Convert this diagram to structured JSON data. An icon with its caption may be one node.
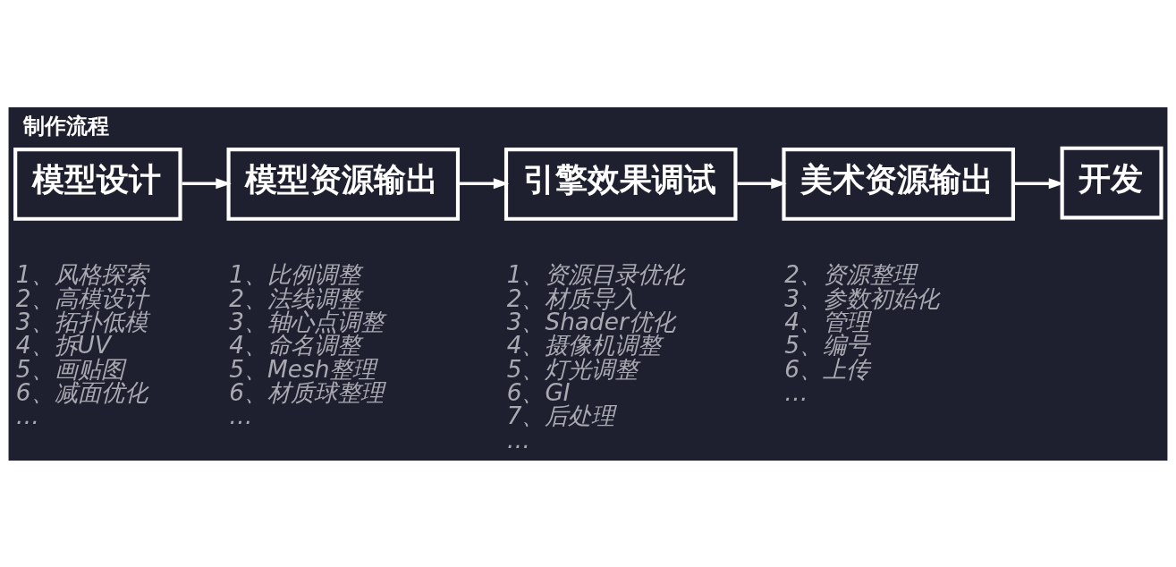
{
  "diagram": {
    "title": "制作流程",
    "nodes": [
      {
        "text": [
          "模型设计"
        ],
        "beside": [
          "1、风格探索",
          "2、高模设计",
          "3、拓扑低模",
          "4、拆UV",
          "5、画贴图",
          "6、减面优化",
          "…"
        ]
      },
      {
        "text": [
          "模型资源输出"
        ],
        "beside": [
          "1、比例调整",
          "2、法线调整",
          "3、轴心点调整",
          "4、命名调整",
          "5、Mesh整理",
          "6、材质球整理",
          "…"
        ]
      },
      {
        "text": [
          "引擎效果调试"
        ],
        "beside": [
          "1、资源目录优化",
          "2、材质导入",
          "3、Shader优化",
          "4、摄像机调整",
          "5、灯光调整",
          "6、GI",
          "7、后处理",
          "…"
        ]
      },
      {
        "text": [
          "美术资源输出"
        ],
        "beside": [
          "2、资源整理",
          "3、参数初始化",
          "4、管理",
          "5、编号",
          "6、上传",
          "…"
        ]
      },
      {
        "text": [
          "开发"
        ]
      }
    ],
    "edges": [
      {
        "from": 0,
        "to": 1,
        "arrow": "to"
      },
      {
        "from": 1,
        "to": 2,
        "arrow": "to"
      },
      {
        "from": 2,
        "to": 3,
        "arrow": "to"
      },
      {
        "from": 3,
        "to": 4,
        "arrow": "to"
      }
    ]
  }
}
